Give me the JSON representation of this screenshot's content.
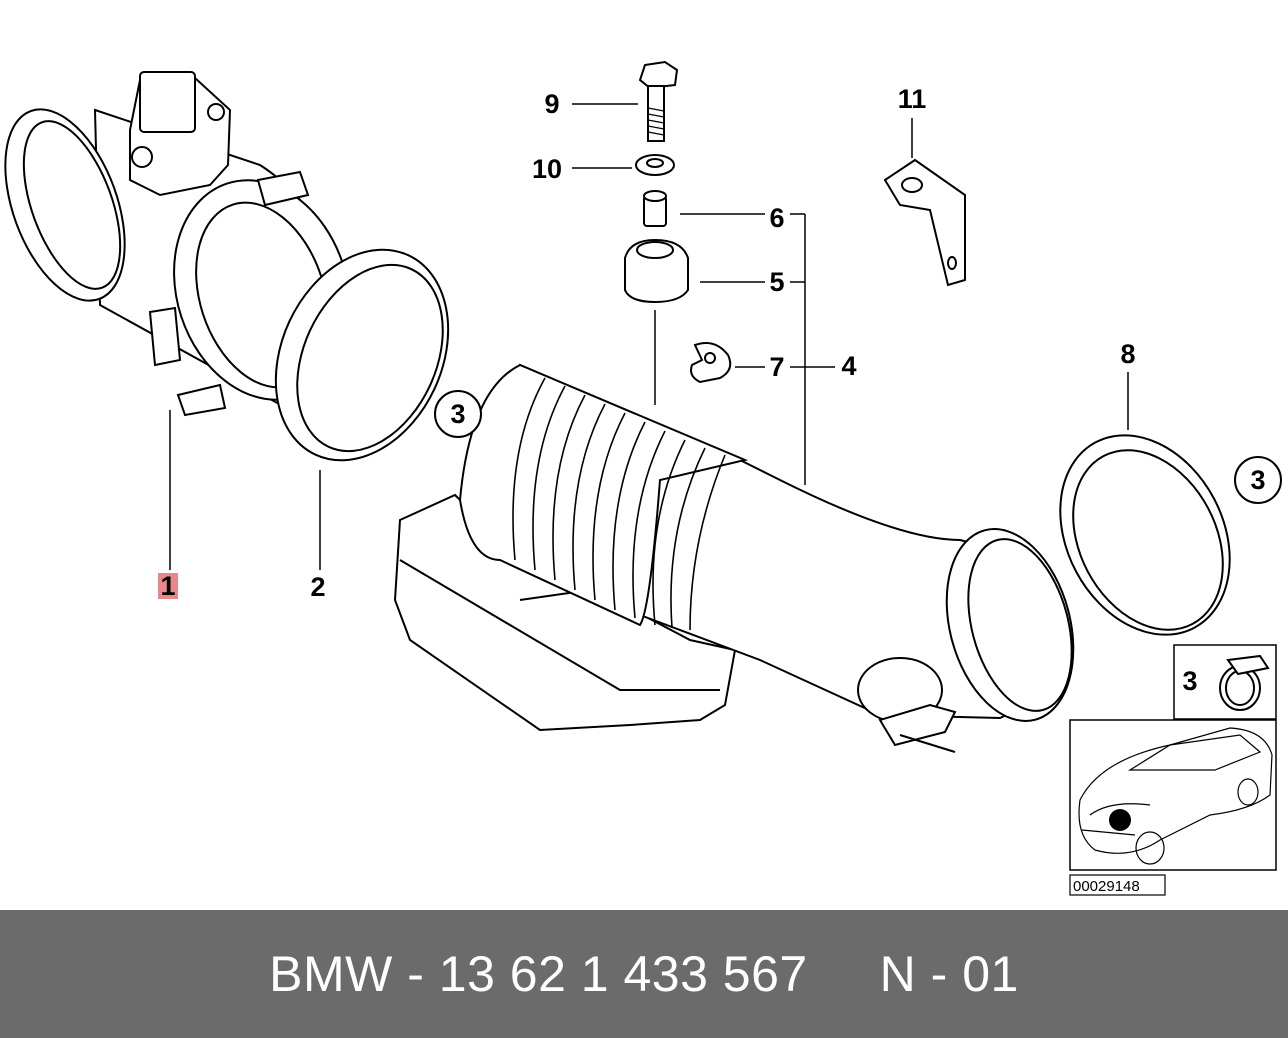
{
  "diagram": {
    "callouts": {
      "c1": "1",
      "c2": "2",
      "c3a": "3",
      "c3b": "3",
      "c3c": "3",
      "c4": "4",
      "c5": "5",
      "c6": "6",
      "c7": "7",
      "c8": "8",
      "c9": "9",
      "c10": "10",
      "c11": "11"
    },
    "highlight_color": "#e8888a",
    "reference_number": "00029148"
  },
  "footer": {
    "text": "BMW - 13 62 1 433 567     N - 01",
    "background": "#6b6b6b"
  }
}
